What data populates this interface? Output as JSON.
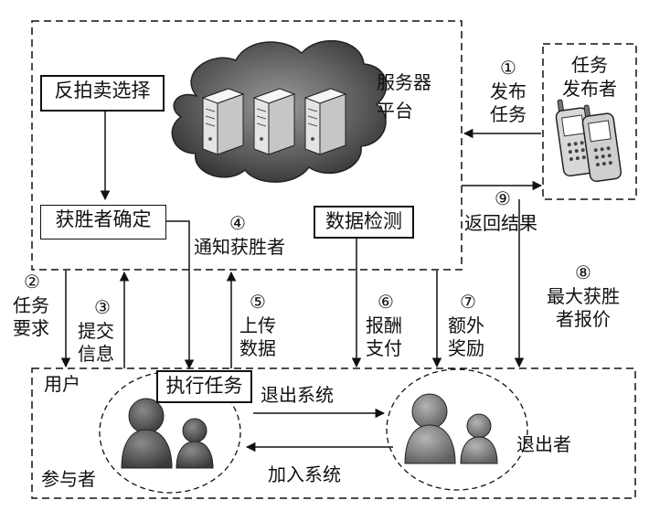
{
  "platform": {
    "name": "服务器\n平台"
  },
  "publisher": {
    "name": "任务\n发布者"
  },
  "boxes": {
    "reverse_auction": "反拍卖选择",
    "winner": "获胜者确定",
    "data_check": "数据检测",
    "execute_task": "执行任务"
  },
  "steps": {
    "s1": {
      "num": "①",
      "label": "发布\n任务"
    },
    "s2": {
      "num": "②",
      "label": "任务\n要求"
    },
    "s3": {
      "num": "③",
      "label": "提交\n信息"
    },
    "s4": {
      "num": "④",
      "label": "通知获胜者"
    },
    "s5": {
      "num": "⑤",
      "label": "上传\n数据"
    },
    "s6": {
      "num": "⑥",
      "label": "报酬\n支付"
    },
    "s7": {
      "num": "⑦",
      "label": "额外\n奖励"
    },
    "s8": {
      "num": "⑧",
      "label": "最大获胜\n者报价"
    },
    "s9": {
      "num": "⑨",
      "label": "返回结果"
    }
  },
  "users": {
    "region_label": "用户",
    "participants": "参与者",
    "quitters": "退出者",
    "exit_system": "退出系统",
    "join_system": "加入系统"
  },
  "colors": {
    "line": "#111111",
    "cloud": "#4a4a4a",
    "person_dark": "#555555",
    "person_light": "#8a8a8a"
  }
}
